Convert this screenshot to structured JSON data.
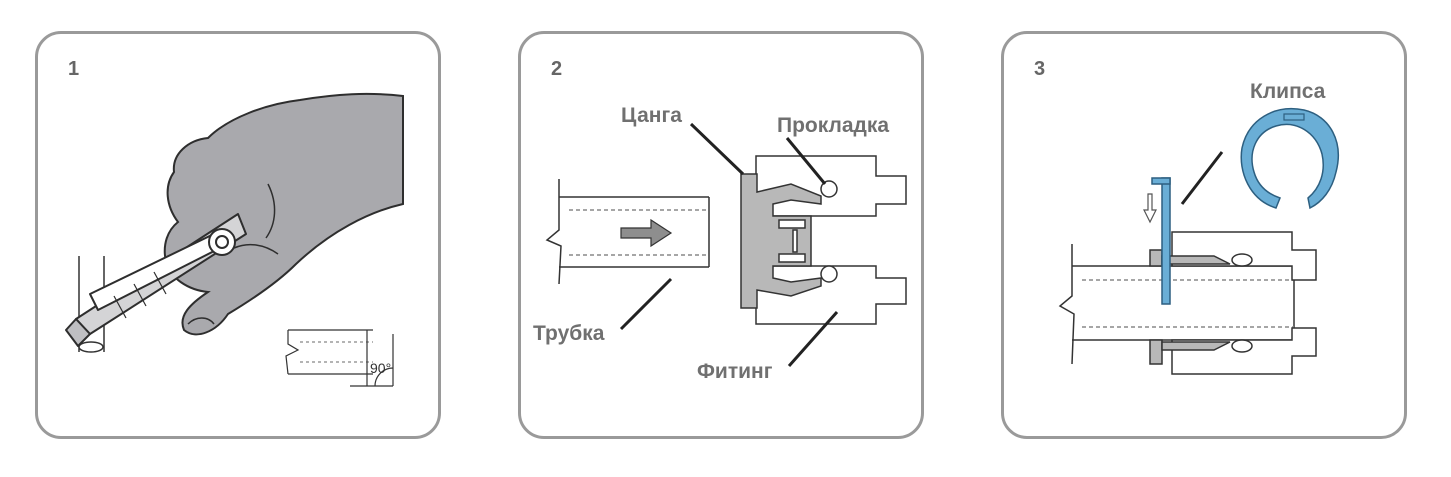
{
  "steps": [
    {
      "number": "1",
      "angle_label": "90°"
    },
    {
      "number": "2",
      "labels": {
        "collet": "Цанга",
        "gasket": "Прокладка",
        "tube": "Трубка",
        "fitting": "Фитинг"
      }
    },
    {
      "number": "3",
      "labels": {
        "clip": "Клипса"
      }
    }
  ],
  "colors": {
    "frame": "#9a9a9a",
    "label": "#707070",
    "glove": "#a9a9ad",
    "clip": "#6aaed6",
    "collet": "#b8b8b8"
  }
}
